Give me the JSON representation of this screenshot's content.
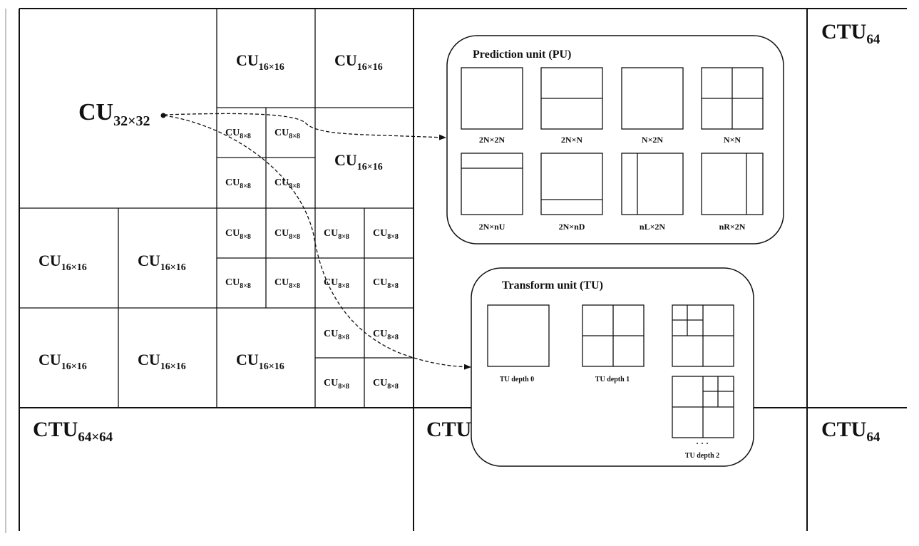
{
  "ctu_labels": {
    "main_base": "CTU",
    "main_sub": "64×64",
    "top_right_base": "CTU",
    "top_right_sub": "64",
    "bottom_mid_base": "CTU",
    "bottom_right_base": "CTU",
    "bottom_right_sub": "64"
  },
  "cu": {
    "base": "CU",
    "sub32": "32×32",
    "sub16": "16×16",
    "sub8": "8×8"
  },
  "pu_panel": {
    "title": "Prediction unit (PU)",
    "partitions": [
      "2N×2N",
      "2N×N",
      "N×2N",
      "N×N",
      "2N×nU",
      "2N×nD",
      "nL×2N",
      "nR×2N"
    ]
  },
  "tu_panel": {
    "title": "Transform unit (TU)",
    "depth0": "TU depth 0",
    "depth1": "TU depth 1",
    "depth2": "TU depth 2",
    "ellipsis": "· · ·"
  },
  "colors": {
    "line": "#111111",
    "background": "#ffffff"
  }
}
